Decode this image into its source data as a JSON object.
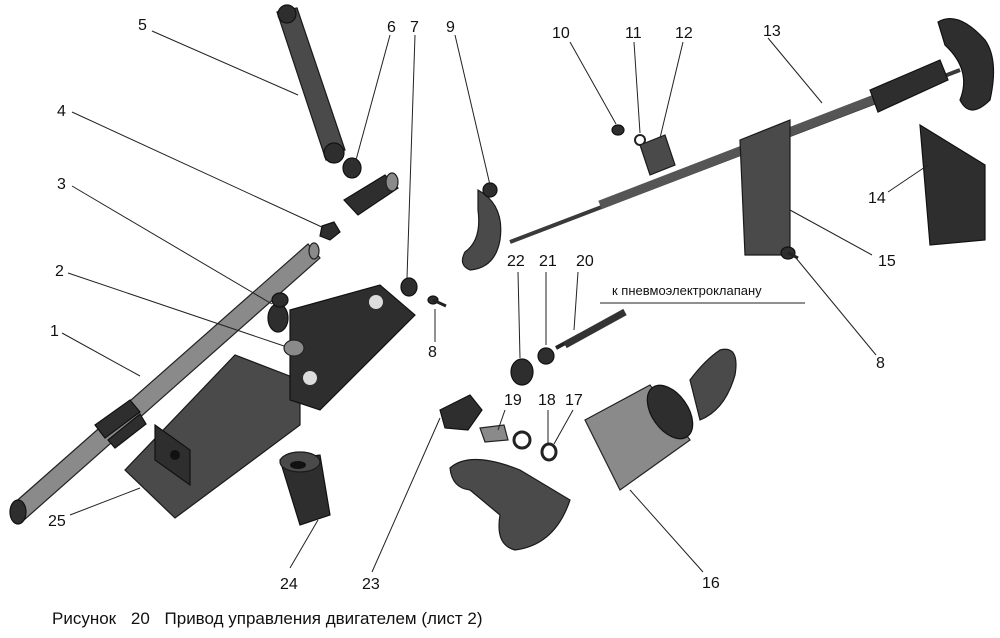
{
  "figure": {
    "caption_prefix": "Рисунок",
    "caption_number": "20",
    "caption_title": "Привод управления двигателем (лист 2)"
  },
  "labels": {
    "l1": "1",
    "l2": "2",
    "l3": "3",
    "l4": "4",
    "l5": "5",
    "l6": "6",
    "l7": "7",
    "l8a": "8",
    "l8b": "8",
    "l9": "9",
    "l10": "10",
    "l11": "11",
    "l12": "12",
    "l13": "13",
    "l14": "14",
    "l15": "15",
    "l16": "16",
    "l17": "17",
    "l18": "18",
    "l19": "19",
    "l20": "20",
    "l21": "21",
    "l22": "22",
    "l23": "23",
    "l24": "24",
    "l25": "25"
  },
  "annotation": "к пневмоэлектроклапану",
  "colors": {
    "part": "#4a4a4a",
    "part_dark": "#2e2e2e",
    "part_light": "#8a8a8a",
    "leader": "#222222"
  }
}
